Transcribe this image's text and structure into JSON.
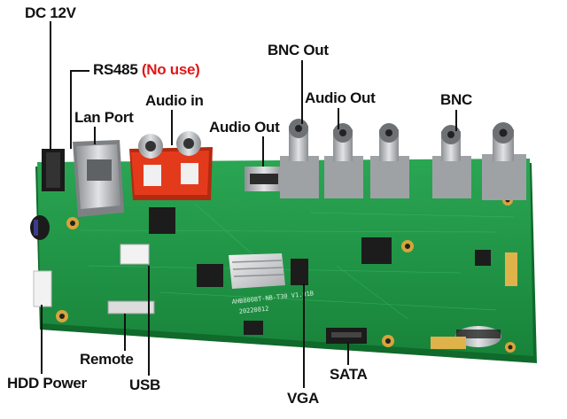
{
  "labels": {
    "dc12v": "DC 12V",
    "rs485": "RS485",
    "rs485_note": "(No use)",
    "lan_port": "Lan Port",
    "audio_in": "Audio in",
    "audio_out_left": "Audio Out",
    "audio_out_right": "Audio Out",
    "bnc_out": "BNC Out",
    "bnc": "BNC",
    "hdd_power": "HDD Power",
    "remote": "Remote",
    "usb": "USB",
    "vga": "VGA",
    "sata": "SATA"
  },
  "board_silkscreen": {
    "model": "AHB8008T-NB-T30 V1.01B",
    "date": "20220812"
  },
  "colors": {
    "pcb": "#1f9b45",
    "pcb_dark": "#137a33",
    "text": "#111111",
    "warn": "#e01818",
    "connector_red": "#e43a1c",
    "metal": "#b9bcbf"
  }
}
